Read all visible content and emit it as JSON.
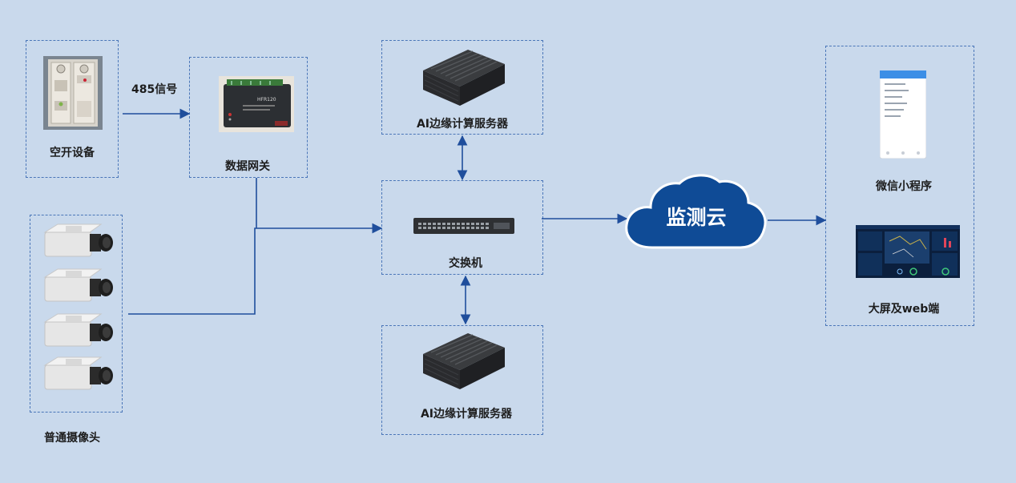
{
  "nodes": {
    "breaker": {
      "label": "空开设备"
    },
    "gateway": {
      "label": "数据网关",
      "device_text": "HFR120"
    },
    "ai_server_top": {
      "label": "AI边缘计算服务器"
    },
    "switch": {
      "label": "交换机"
    },
    "ai_server_bottom": {
      "label": "AI边缘计算服务器"
    },
    "cloud": {
      "label": "监测云"
    },
    "mini_program": {
      "label": "微信小程序"
    },
    "bigscreen": {
      "label": "大屏及web端"
    },
    "cameras": {
      "label": "普通摄像头"
    }
  },
  "edges": {
    "breaker_gateway": {
      "label": "485信号"
    }
  },
  "colors": {
    "background": "#c9d9ec",
    "border": "#4a76b8",
    "arrow": "#1f4e9c",
    "cloud": "#0f4b96"
  }
}
